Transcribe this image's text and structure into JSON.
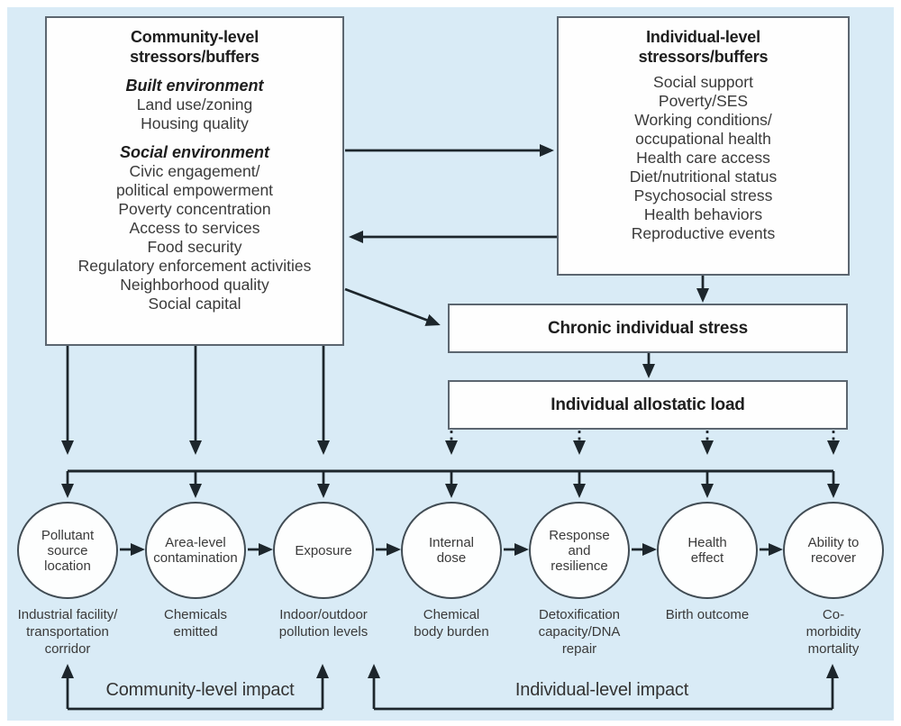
{
  "figure": {
    "background_color": "#d9ebf6",
    "box_border_color": "#5c6670",
    "arrow_color": "#1d262c",
    "text_color": "#3a3a3a"
  },
  "community_box": {
    "title": "Community-level\nstressors/buffers",
    "groups": [
      {
        "heading": "Built environment",
        "items": [
          "Land use/zoning",
          "Housing quality"
        ]
      },
      {
        "heading": "Social environment",
        "items": [
          "Civic engagement/\npolitical empowerment",
          "Poverty concentration",
          "Access to services",
          "Food security",
          "Regulatory enforcement activities",
          "Neighborhood quality",
          "Social capital"
        ]
      }
    ]
  },
  "individual_box": {
    "title": "Individual-level\nstressors/buffers",
    "items": [
      "Social support",
      "Poverty/SES",
      "Working conditions/\noccupational health",
      "Health care access",
      "Diet/nutritional status",
      "Psychosocial stress",
      "Health behaviors",
      "Reproductive events"
    ]
  },
  "stress_box": {
    "label": "Chronic individual stress"
  },
  "allostatic_box": {
    "label": "Individual allostatic load"
  },
  "pathway": {
    "steps": [
      {
        "circle": "Pollutant\nsource\nlocation",
        "label": "Industrial facility/\ntransportation\ncorridor"
      },
      {
        "circle": "Area-level\ncontamination",
        "label": "Chemicals\nemitted"
      },
      {
        "circle": "Exposure",
        "label": "Indoor/outdoor\npollution levels"
      },
      {
        "circle": "Internal\ndose",
        "label": "Chemical\nbody burden"
      },
      {
        "circle": "Response\nand\nresilience",
        "label": "Detoxification\ncapacity/DNA\nrepair"
      },
      {
        "circle": "Health\neffect",
        "label": "Birth outcome"
      },
      {
        "circle": "Ability to\nrecover",
        "label": "Co-morbidity\nmortality"
      }
    ]
  },
  "impacts": {
    "community": "Community-level impact",
    "individual": "Individual-level impact"
  }
}
